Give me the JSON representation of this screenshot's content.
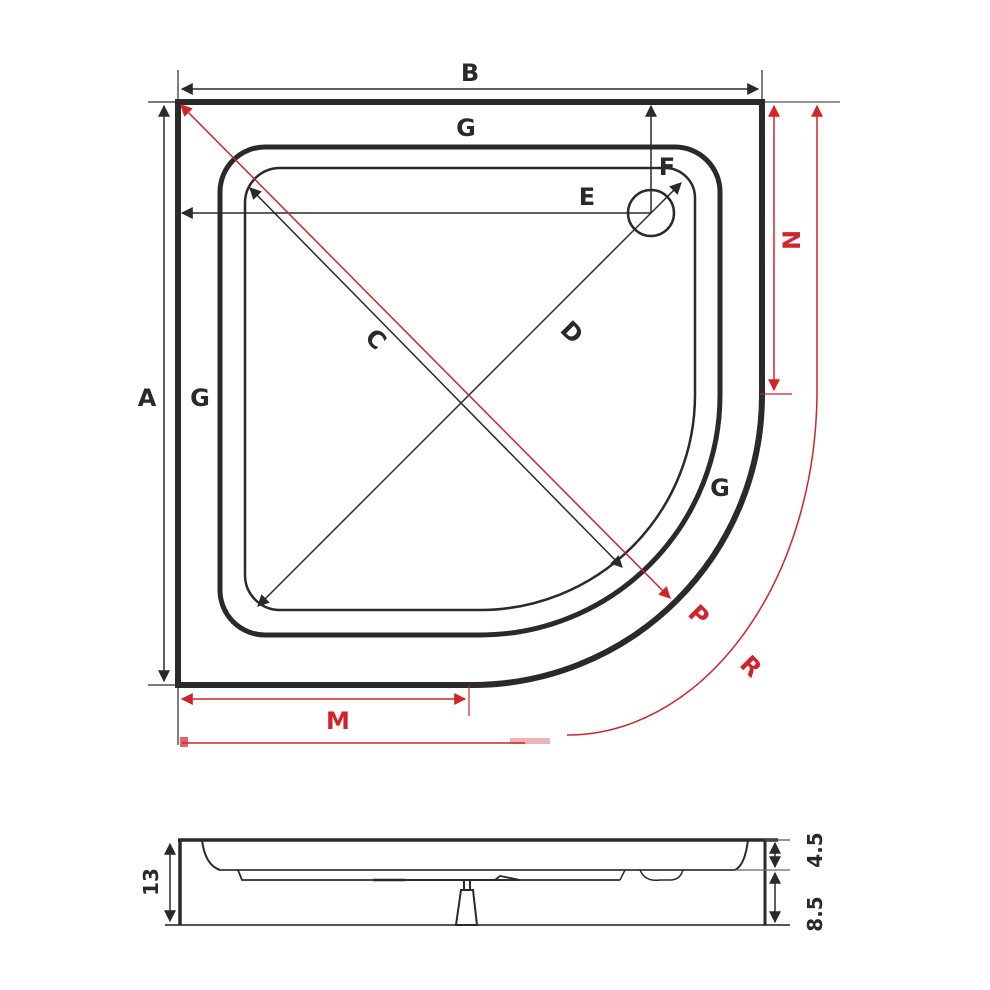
{
  "diagram": {
    "title": "Quarter-circle shower tray dimension drawing",
    "colors": {
      "outline": "#2a2a2a",
      "dimension_red": "#d2232a",
      "background": "#ffffff"
    },
    "top_view": {
      "labels": {
        "A": "A",
        "B": "B",
        "C": "C",
        "D": "D",
        "E": "E",
        "F": "F",
        "G_top": "G",
        "G_left": "G",
        "G_curve": "G",
        "M": "M",
        "N": "N",
        "P": "P",
        "R": "R"
      }
    },
    "side_view": {
      "total_height": "13",
      "upper_height": "4.5",
      "lower_height": "8.5"
    }
  }
}
